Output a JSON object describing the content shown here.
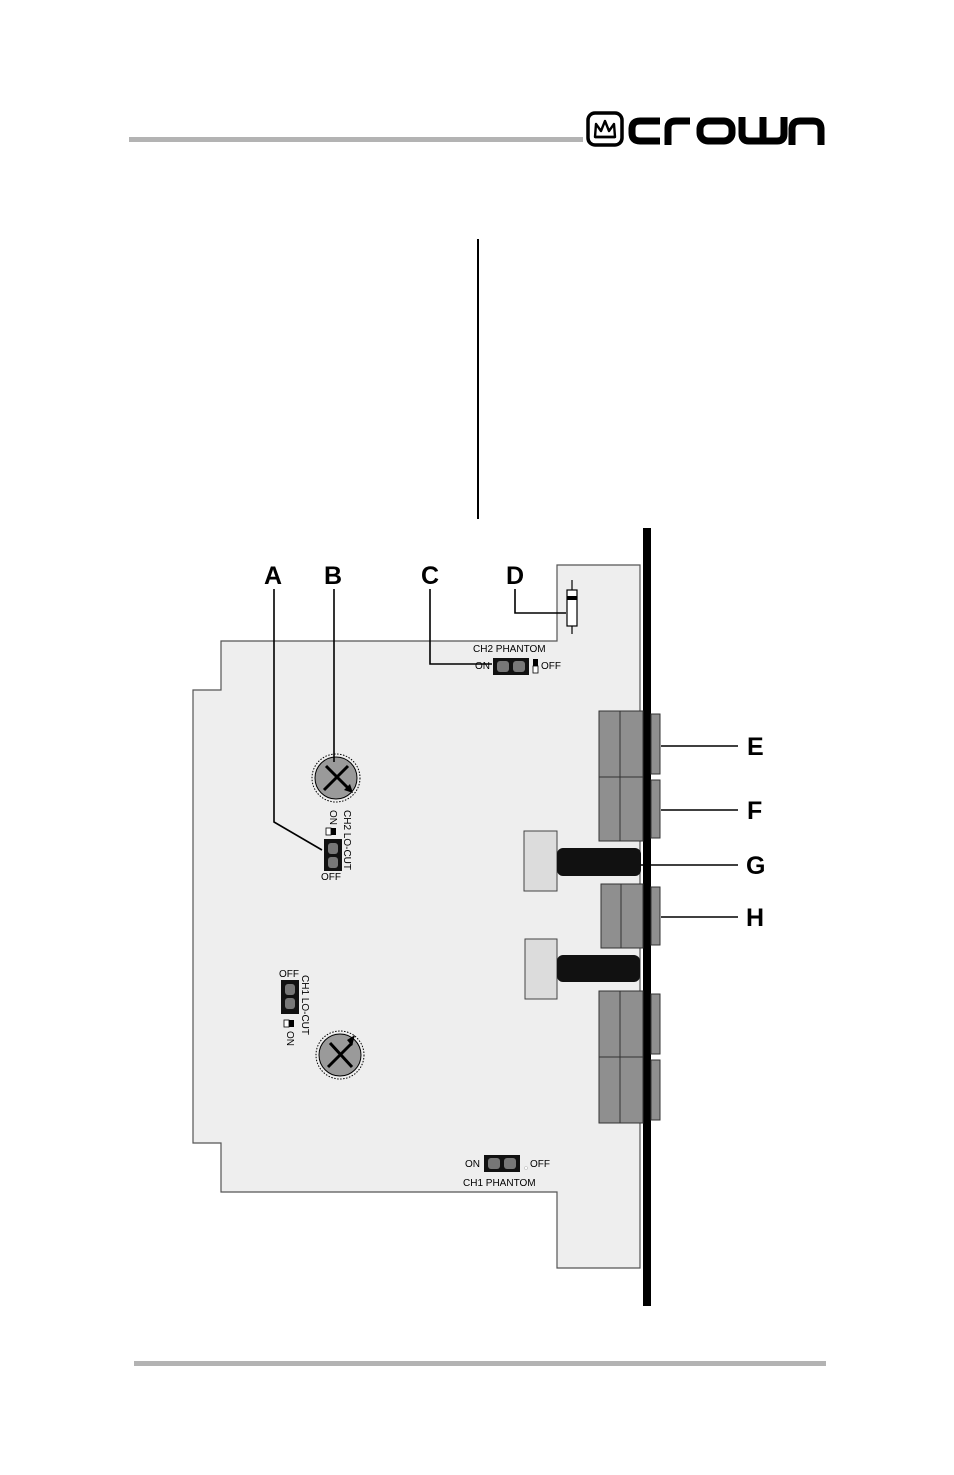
{
  "header": {
    "brand": "crown"
  },
  "diagram": {
    "callouts": [
      "A",
      "B",
      "C",
      "D",
      "E",
      "F",
      "G",
      "H"
    ],
    "pcb_labels": {
      "ch2_phantom": "CH2 PHANTOM",
      "ch1_phantom": "CH1 PHANTOM",
      "ch2_locut": "CH2 LO-CUT",
      "ch1_locut": "CH1 LO-CUT",
      "on": "ON",
      "off": "OFF"
    },
    "colors": {
      "board": "#eeeeee",
      "connector": "#8f8f8f",
      "panel": "#000000"
    }
  }
}
